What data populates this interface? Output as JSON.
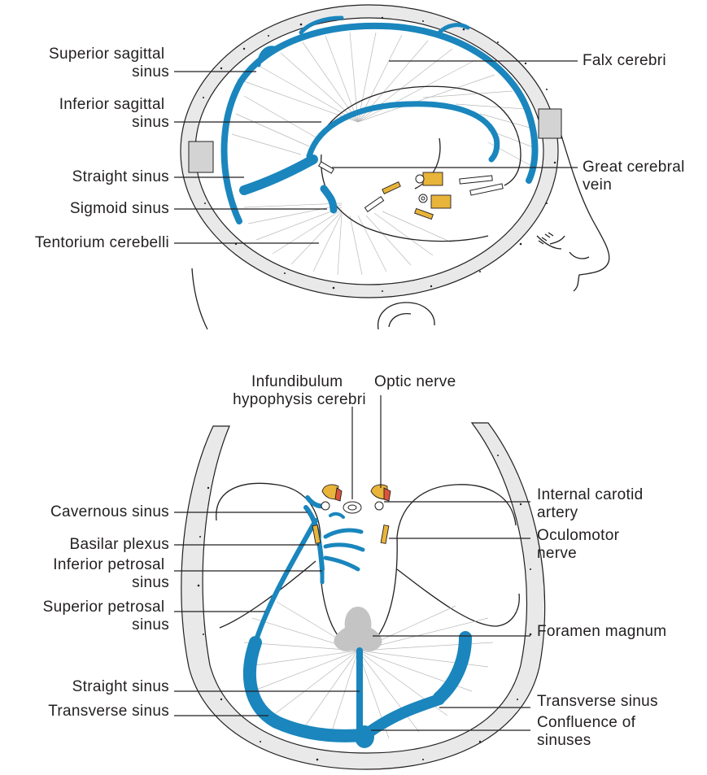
{
  "top_view": {
    "labels": {
      "superior_sagittal_sinus": [
        "Superior sagittal",
        "sinus"
      ],
      "inferior_sagittal_sinus": [
        "Inferior sagittal",
        "sinus"
      ],
      "straight_sinus": "Straight sinus",
      "sigmoid_sinus": "Sigmoid sinus",
      "tentorium_cerebelli": "Tentorium cerebelli",
      "falx_cerebri": "Falx cerebri",
      "great_cerebral_vein": [
        "Great cerebral",
        "vein"
      ]
    }
  },
  "bottom_view": {
    "labels": {
      "infundibulum": [
        "Infundibulum",
        "hypophysis cerebri"
      ],
      "optic_nerve": "Optic nerve",
      "cavernous_sinus": "Cavernous sinus",
      "basilar_plexus": "Basilar plexus",
      "inferior_petrosal_sinus": [
        "Inferior petrosal",
        "sinus"
      ],
      "superior_petrosal_sinus": [
        "Superior petrosal",
        "sinus"
      ],
      "straight_sinus": "Straight sinus",
      "transverse_sinus_left": "Transverse sinus",
      "internal_carotid_artery": [
        "Internal carotid",
        "artery"
      ],
      "oculomotor_nerve": [
        "Oculomotor",
        "nerve"
      ],
      "foramen_magnum": "Foramen magnum",
      "transverse_sinus_right": "Transverse sinus",
      "confluence_of_sinuses": [
        "Confluence of",
        "sinuses"
      ]
    }
  },
  "colors": {
    "sinus_blue": "#1a86bd",
    "sinus_light_blue": "#9cc9e3",
    "nerve_yellow": "#e8b43a",
    "artery_red": "#d9543a",
    "bone_gray": "#e9e9e9",
    "fiber_gray": "#b9b9b9",
    "foramen_gray": "#c4c4c4"
  }
}
